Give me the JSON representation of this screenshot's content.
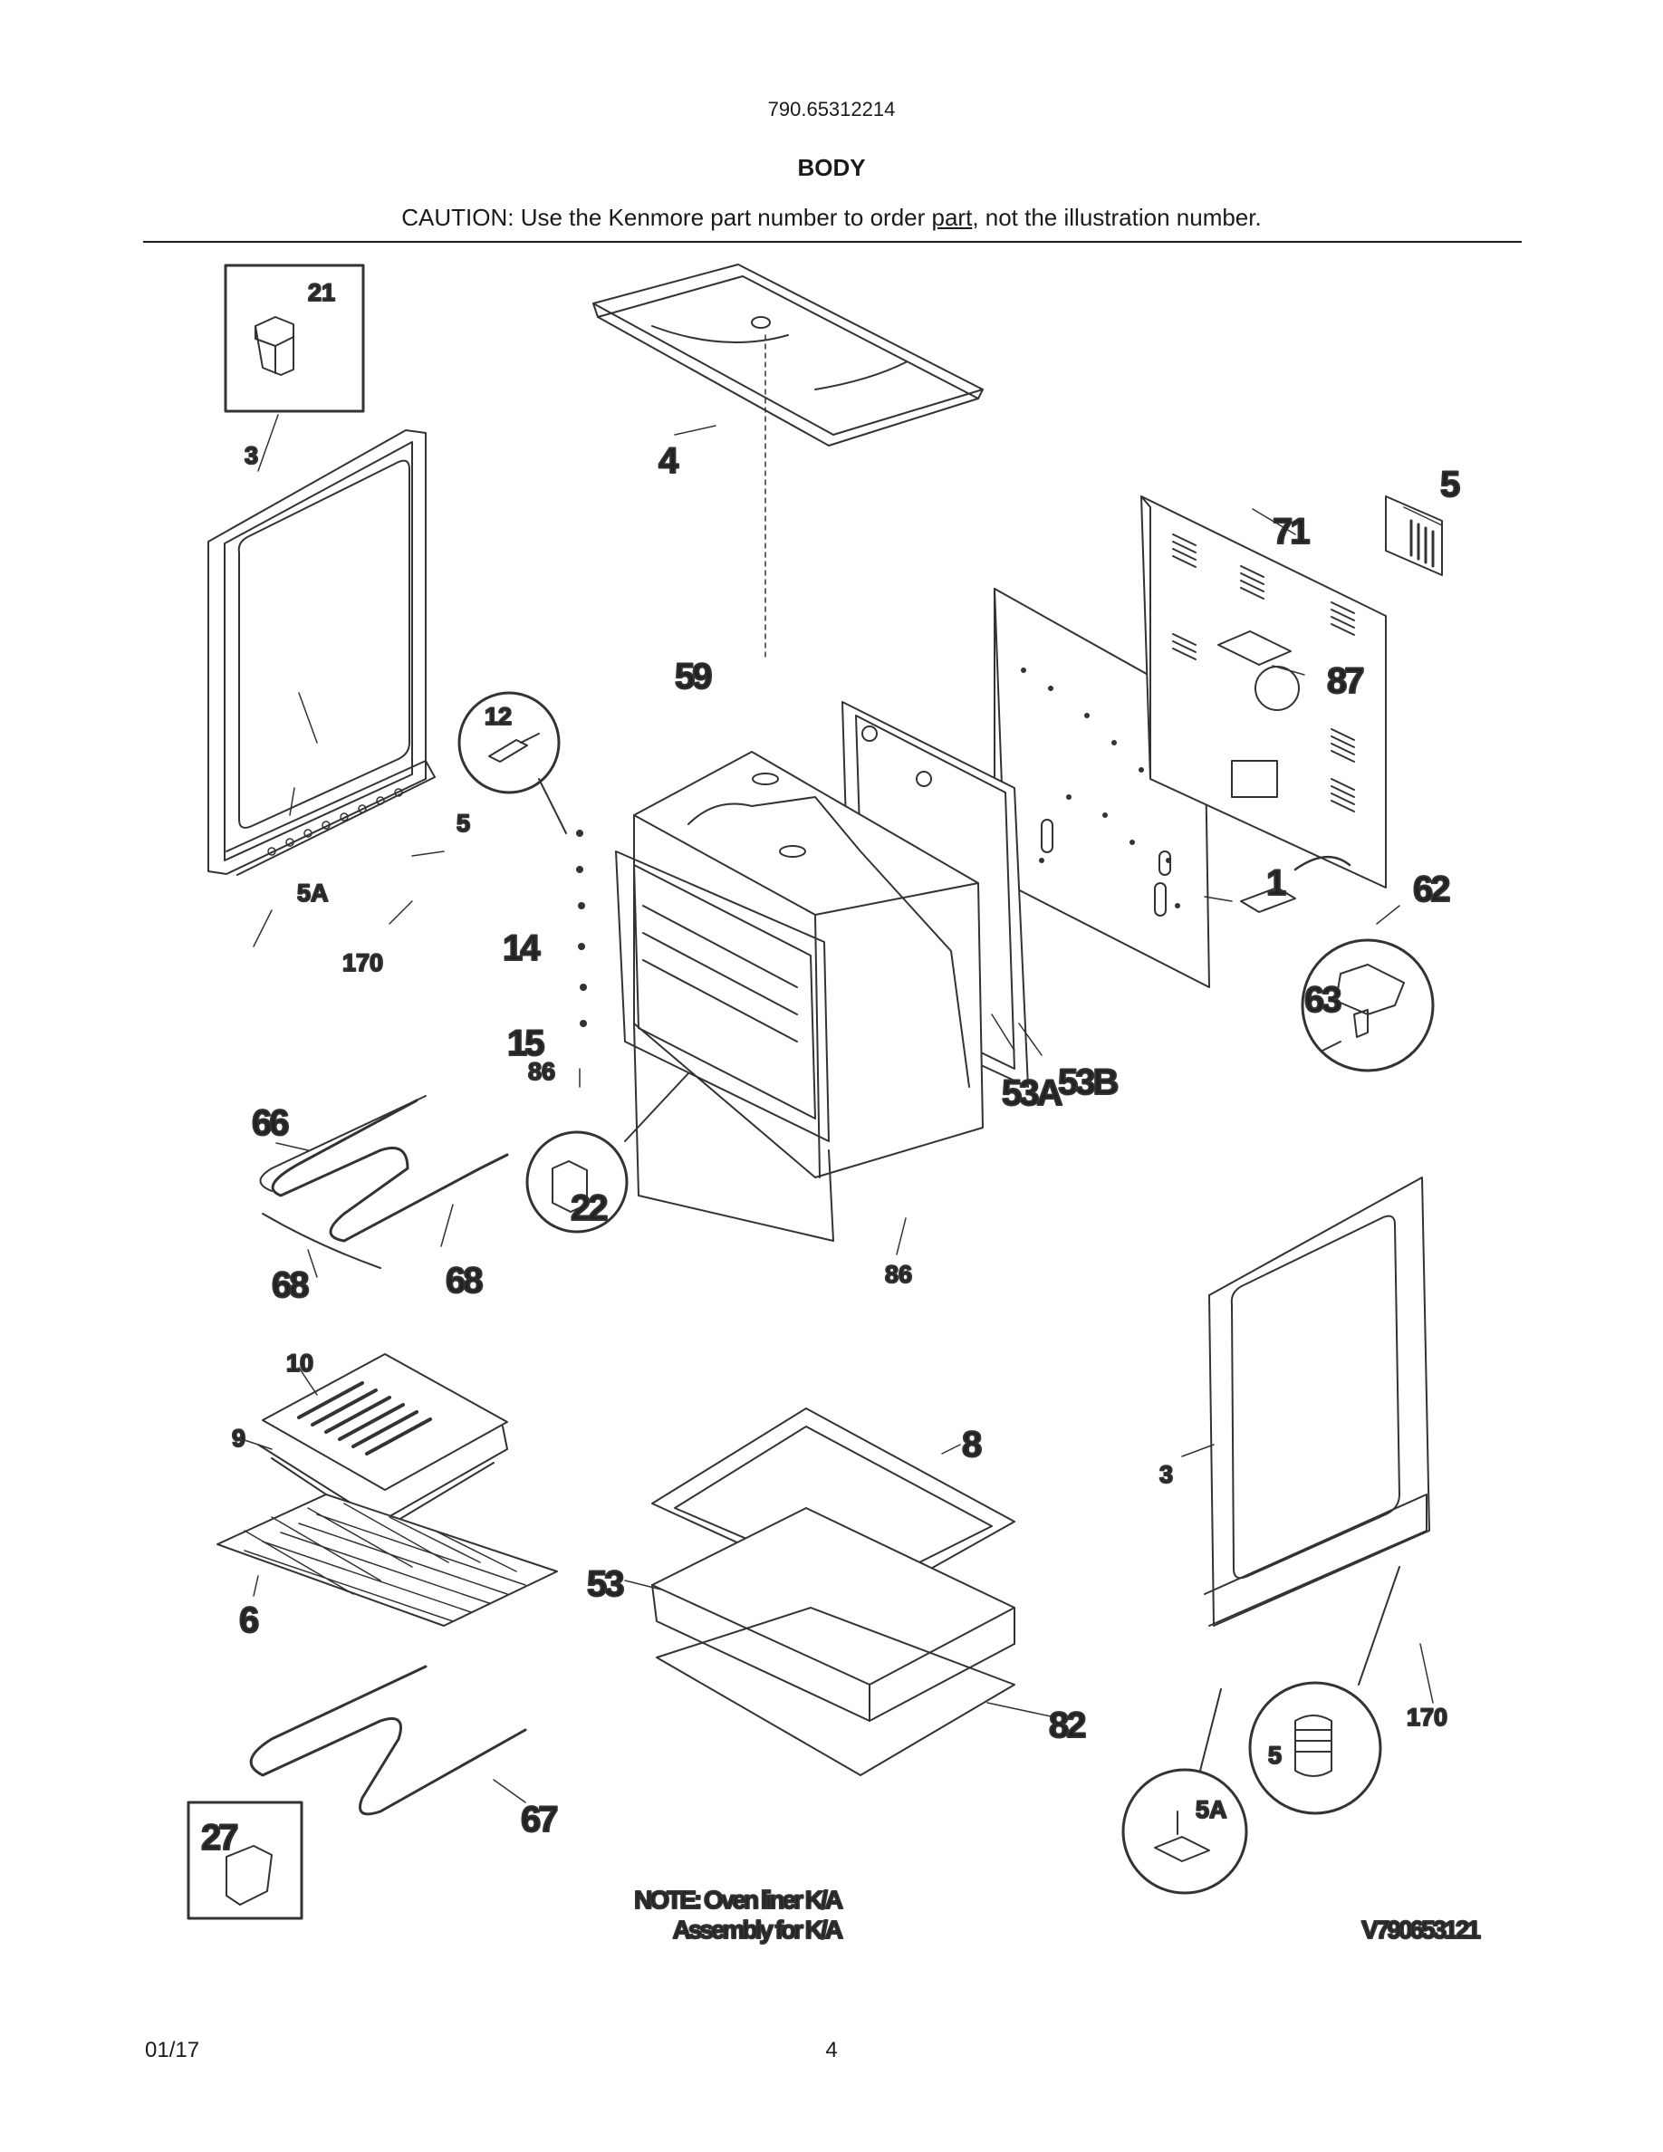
{
  "header": {
    "model_number": "790.65312214",
    "section_title": "BODY",
    "caution_prefix": "CAUTION: Use the Kenmore part number to order ",
    "caution_link": "part",
    "caution_suffix": ", not the illustration number."
  },
  "callouts": {
    "c21": "21",
    "c3_left": "3",
    "c4": "4",
    "c5_right": "5",
    "c71": "71",
    "c59": "59",
    "c87": "87",
    "c12": "12",
    "c5": "5",
    "c5a": "5A",
    "c170": "170",
    "c14": "14",
    "c15": "15",
    "c86_left": "86",
    "c1": "1",
    "c62": "62",
    "c63": "63",
    "c53b": "53B",
    "c53a": "53A",
    "c66": "66",
    "c68_left": "68",
    "c68_right": "68",
    "c22": "22",
    "c86_right": "86",
    "c10": "10",
    "c9": "9",
    "c8": "8",
    "c3_right": "3",
    "c53": "53",
    "c6": "6",
    "c82": "82",
    "c170_right": "170",
    "c5_right_bottom": "5",
    "c5a_right": "5A",
    "c67": "67",
    "c27": "27"
  },
  "notes": {
    "note_line1": "NOTE: Oven liner K/A",
    "note_line2": "Assembly for K/A",
    "drawing_id": "V790653121"
  },
  "footer": {
    "date": "01/17",
    "page_number": "4"
  }
}
